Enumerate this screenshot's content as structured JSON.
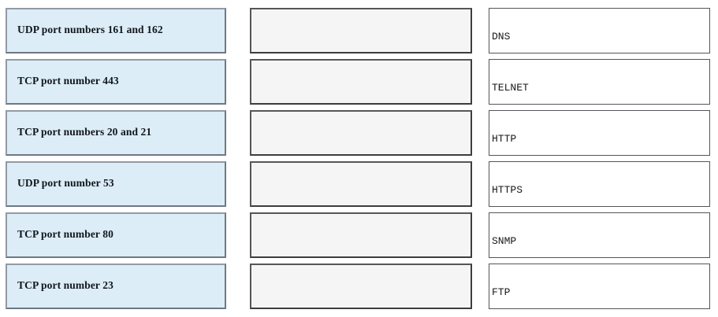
{
  "exercise": {
    "name": "port-number-protocol-matching",
    "row_count": 6,
    "colors": {
      "source_fill": "#dcedf7",
      "source_border": "#7d8794",
      "target_fill": "#f5f5f5",
      "target_border": "#4a4a4a",
      "label_fill": "#ffffff",
      "label_border": "#52555a",
      "text": "#12161c"
    }
  },
  "source_column": {
    "name": "port-descriptions",
    "items": [
      {
        "text": "UDP port numbers 161 and 162"
      },
      {
        "text": "TCP port number 443"
      },
      {
        "text": "TCP port numbers 20 and 21"
      },
      {
        "text": "UDP port number 53"
      },
      {
        "text": "TCP port number 80"
      },
      {
        "text": "TCP port number 23"
      }
    ]
  },
  "target_column": {
    "name": "drop-zones",
    "items": [
      {
        "value": ""
      },
      {
        "value": ""
      },
      {
        "value": ""
      },
      {
        "value": ""
      },
      {
        "value": ""
      },
      {
        "value": ""
      }
    ]
  },
  "label_column": {
    "name": "protocol-names",
    "items": [
      {
        "text": "DNS"
      },
      {
        "text": "TELNET"
      },
      {
        "text": "HTTP"
      },
      {
        "text": "HTTPS"
      },
      {
        "text": "SNMP"
      },
      {
        "text": "FTP"
      }
    ]
  }
}
